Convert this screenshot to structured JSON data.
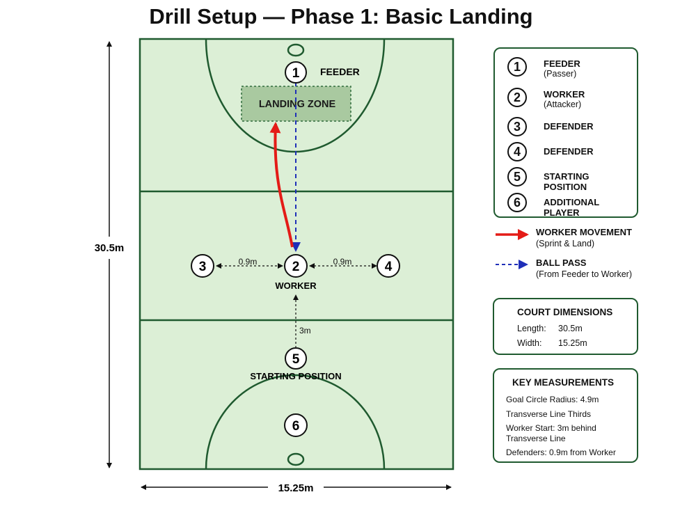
{
  "title": "Drill Setup — Phase 1: Basic Landing",
  "court": {
    "length_label": "30.5m",
    "width_label": "15.25m",
    "landing_zone_label": "LANDING ZONE",
    "feeder_label": "FEEDER",
    "worker_label": "WORKER",
    "starting_position_label": "STARTING POSITION",
    "left_gap_label": "0.9m",
    "right_gap_label": "0.9m",
    "start_gap_label": "3m",
    "players": [
      {
        "number": "1",
        "role": "feeder"
      },
      {
        "number": "2",
        "role": "worker"
      },
      {
        "number": "3",
        "role": "defender-left"
      },
      {
        "number": "4",
        "role": "defender-right"
      },
      {
        "number": "5",
        "role": "starting-position"
      },
      {
        "number": "6",
        "role": "additional-player"
      }
    ]
  },
  "legend": {
    "items": [
      {
        "number": "1",
        "label": "FEEDER",
        "sub": "(Passer)"
      },
      {
        "number": "2",
        "label": "WORKER",
        "sub": "(Attacker)"
      },
      {
        "number": "3",
        "label": "DEFENDER",
        "sub": ""
      },
      {
        "number": "4",
        "label": "DEFENDER",
        "sub": ""
      },
      {
        "number": "5",
        "label": "STARTING POSITION",
        "sub": ""
      },
      {
        "number": "6",
        "label": "ADDITIONAL PLAYER",
        "sub": ""
      }
    ]
  },
  "line_key": {
    "worker_movement": {
      "label": "WORKER MOVEMENT",
      "sub": "(Sprint & Land)",
      "color": "#e41b17"
    },
    "ball_pass": {
      "label": "BALL PASS",
      "sub": "(From Feeder to Worker)",
      "color": "#1f2fb8"
    }
  },
  "dimensions": {
    "title": "COURT DIMENSIONS",
    "length_key": "Length:",
    "length_value": "30.5m",
    "width_key": "Width:",
    "width_value": "15.25m"
  },
  "measurements": {
    "title": "KEY MEASUREMENTS",
    "goal_circle": "Goal Circle Radius:  4.9m",
    "thirds": "Transverse Line Thirds",
    "worker_start_1": "Worker Start:  3m behind",
    "worker_start_2": "Transverse Line",
    "defenders": "Defenders:  0.9m from Worker"
  },
  "colors": {
    "court_fill": "#dcefd6",
    "court_line": "#1f5a2f",
    "landing_zone_fill": "#a9c9a0",
    "arrow_red": "#e41b17",
    "arrow_blue": "#1f2fb8"
  }
}
